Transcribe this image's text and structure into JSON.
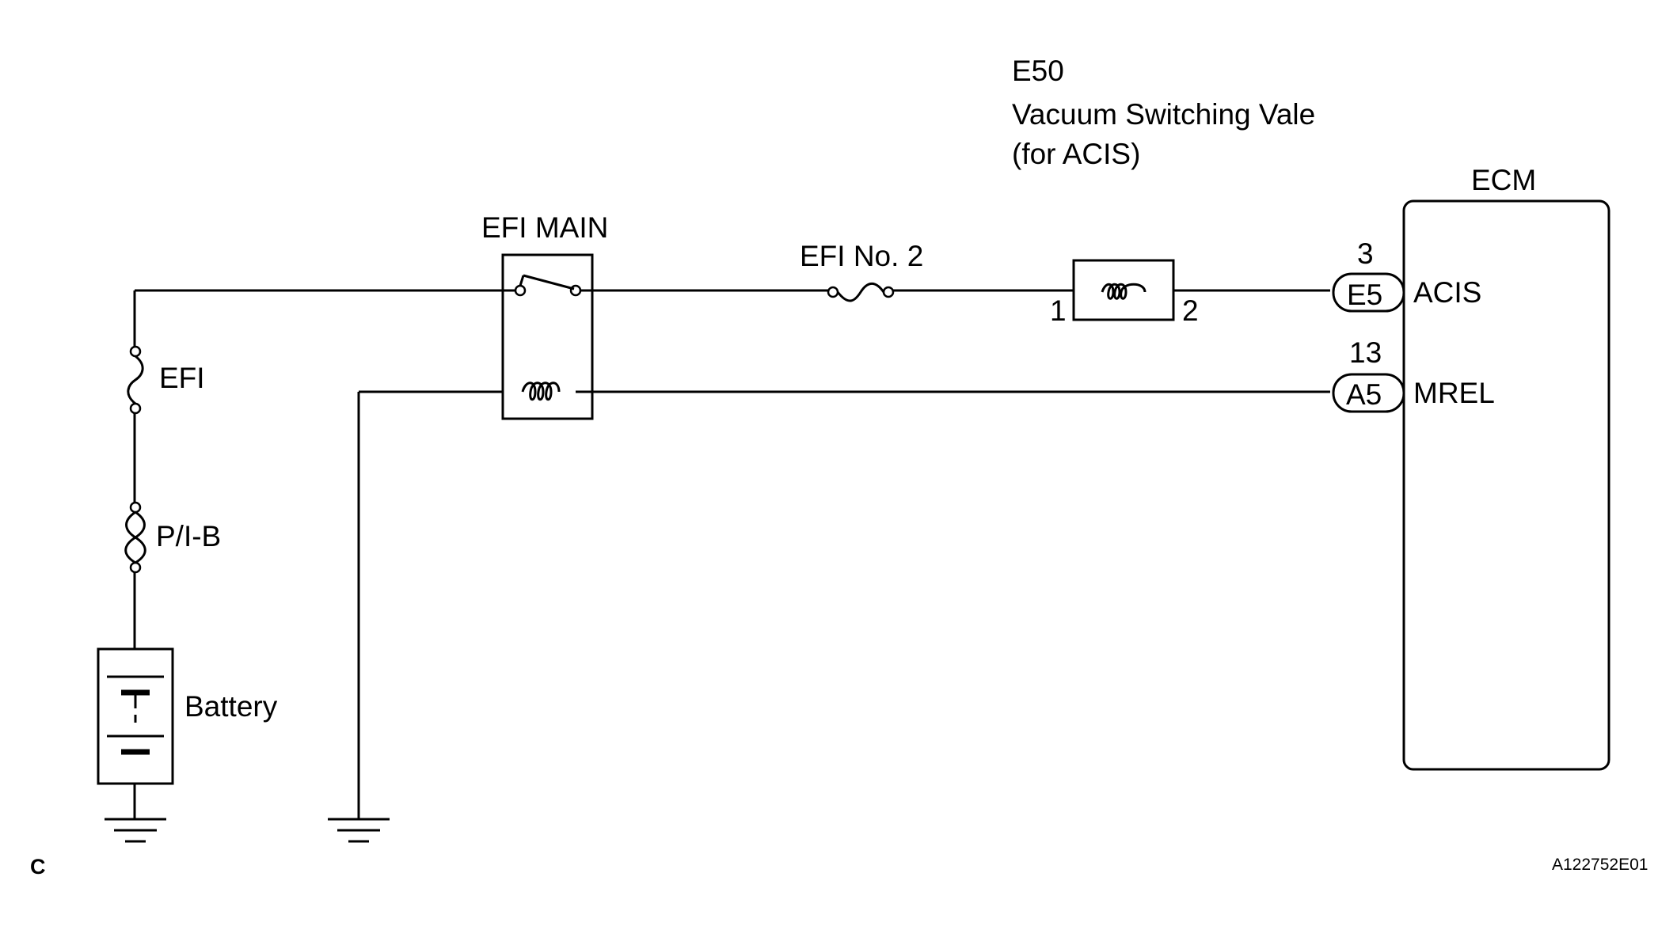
{
  "title": {
    "code": "E50",
    "line1": "Vacuum Switching Vale",
    "line2": "(for ACIS)"
  },
  "components": {
    "ecm": "ECM",
    "efi_main_relay": "EFI MAIN",
    "efi_no2_fuse": "EFI No. 2",
    "efi_fuse": "EFI",
    "pib_fuse": "P/I-B",
    "battery": "Battery"
  },
  "vsv_pins": {
    "pin1": "1",
    "pin2": "2"
  },
  "ecm_terminals": [
    {
      "pin": "3",
      "connector": "E5",
      "signal": "ACIS"
    },
    {
      "pin": "13",
      "connector": "A5",
      "signal": "MREL"
    }
  ],
  "footer": {
    "section_letter": "C",
    "figure_id": "A122752E01"
  },
  "colors": {
    "line": "#000000",
    "background": "#ffffff"
  }
}
